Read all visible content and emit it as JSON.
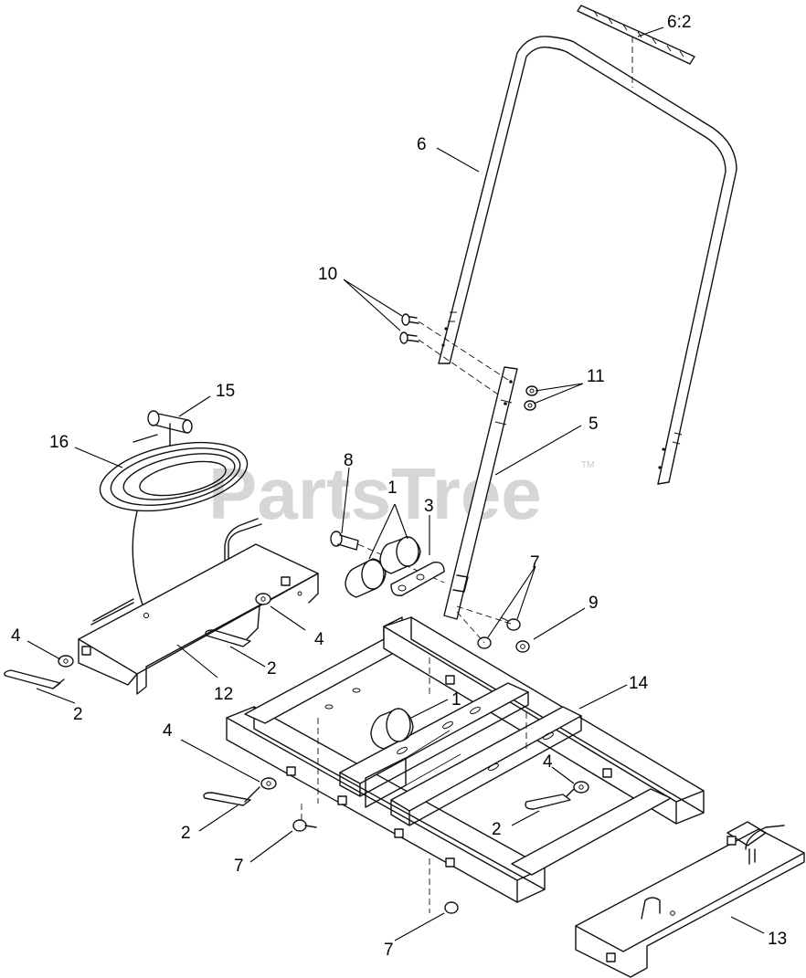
{
  "watermark": {
    "text": "PartsTree",
    "trademark": "TM"
  },
  "callouts": {
    "c1_top": "1",
    "c1_bottom": "1",
    "c2_a": "2",
    "c2_b": "2",
    "c2_c": "2",
    "c2_d": "2",
    "c3": "3",
    "c4_a": "4",
    "c4_b": "4",
    "c4_c": "4",
    "c4_d": "4",
    "c5": "5",
    "c6": "6",
    "c6_2": "6:2",
    "c7_a": "7",
    "c7_b": "7",
    "c7_c": "7",
    "c8": "8",
    "c9": "9",
    "c10": "10",
    "c11": "11",
    "c12": "12",
    "c13": "13",
    "c14": "14",
    "c15": "15",
    "c16": "16"
  }
}
